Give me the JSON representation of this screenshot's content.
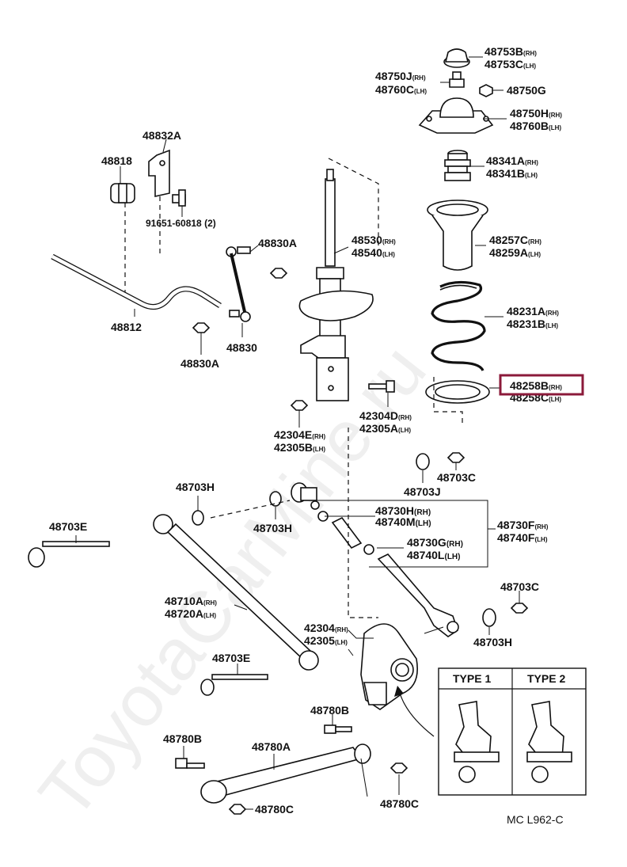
{
  "watermark": "ToyotaCarMine.ru",
  "diagram_code": "MC  L962-C",
  "highlight_color": "#8b1a3a",
  "types_box": {
    "type1": "TYPE  1",
    "type2": "TYPE  2"
  },
  "labels": {
    "p48753": {
      "l1": "48753B",
      "s1": "(RH)",
      "l2": "48753C",
      "s2": "(LH)"
    },
    "p48750J": {
      "l1": "48750J",
      "s1": "(RH)",
      "l2": "48760C",
      "s2": "(LH)"
    },
    "p48750G": "48750G",
    "p48750H": {
      "l1": "48750H",
      "s1": "(RH)",
      "l2": "48760B",
      "s2": "(LH)"
    },
    "p48341": {
      "l1": "48341A",
      "s1": "(RH)",
      "l2": "48341B",
      "s2": "(LH)"
    },
    "p48832A": "48832A",
    "p48818": "48818",
    "p91651": "91651-60818 (2)",
    "p48530": {
      "l1": "48530",
      "s1": "(RH)",
      "l2": "48540",
      "s2": "(LH)"
    },
    "p48257": {
      "l1": "48257C",
      "s1": "(RH)",
      "l2": "48259A",
      "s2": "(LH)"
    },
    "p48830A_top": "48830A",
    "p48812": "48812",
    "p48830": "48830",
    "p48830A_bot": "48830A",
    "p48231": {
      "l1": "48231A",
      "s1": "(RH)",
      "l2": "48231B",
      "s2": "(LH)"
    },
    "p48258": {
      "l1": "48258B",
      "s1": "(RH)",
      "l2": "48258C",
      "s2": "(LH)"
    },
    "p42304D": {
      "l1": "42304D",
      "s1": "(RH)",
      "l2": "42305A",
      "s2": "(LH)"
    },
    "p42304E": {
      "l1": "42304E",
      "s1": "(RH)",
      "l2": "42305B",
      "s2": "(LH)"
    },
    "p48703J": "48703J",
    "p48703C_top": "48703C",
    "p48703H_a": "48703H",
    "p48703H_b": "48703H",
    "p48703E_a": "48703E",
    "p48730H": {
      "l1": "48730H",
      "s1": "(RH)",
      "l2": "48740M",
      "s2": "(LH)"
    },
    "p48730F": {
      "l1": "48730F",
      "s1": "(RH)",
      "l2": "48740F",
      "s2": "(LH)"
    },
    "p48730G": {
      "l1": "48730G",
      "s1": "(RH)",
      "l2": "48740L",
      "s2": "(LH)"
    },
    "p48703C_mid": "48703C",
    "p48710": {
      "l1": "48710A",
      "s1": "(RH)",
      "l2": "48720A",
      "s2": "(LH)"
    },
    "p42304": {
      "l1": "42304",
      "s1": "(RH)",
      "l2": "42305",
      "s2": "(LH)"
    },
    "p48703H_c": "48703H",
    "p48703E_b": "48703E",
    "p48780B_a": "48780B",
    "p48780B_b": "48780B",
    "p48780A": "48780A",
    "p48780C_a": "48780C",
    "p48780C_b": "48780C"
  }
}
